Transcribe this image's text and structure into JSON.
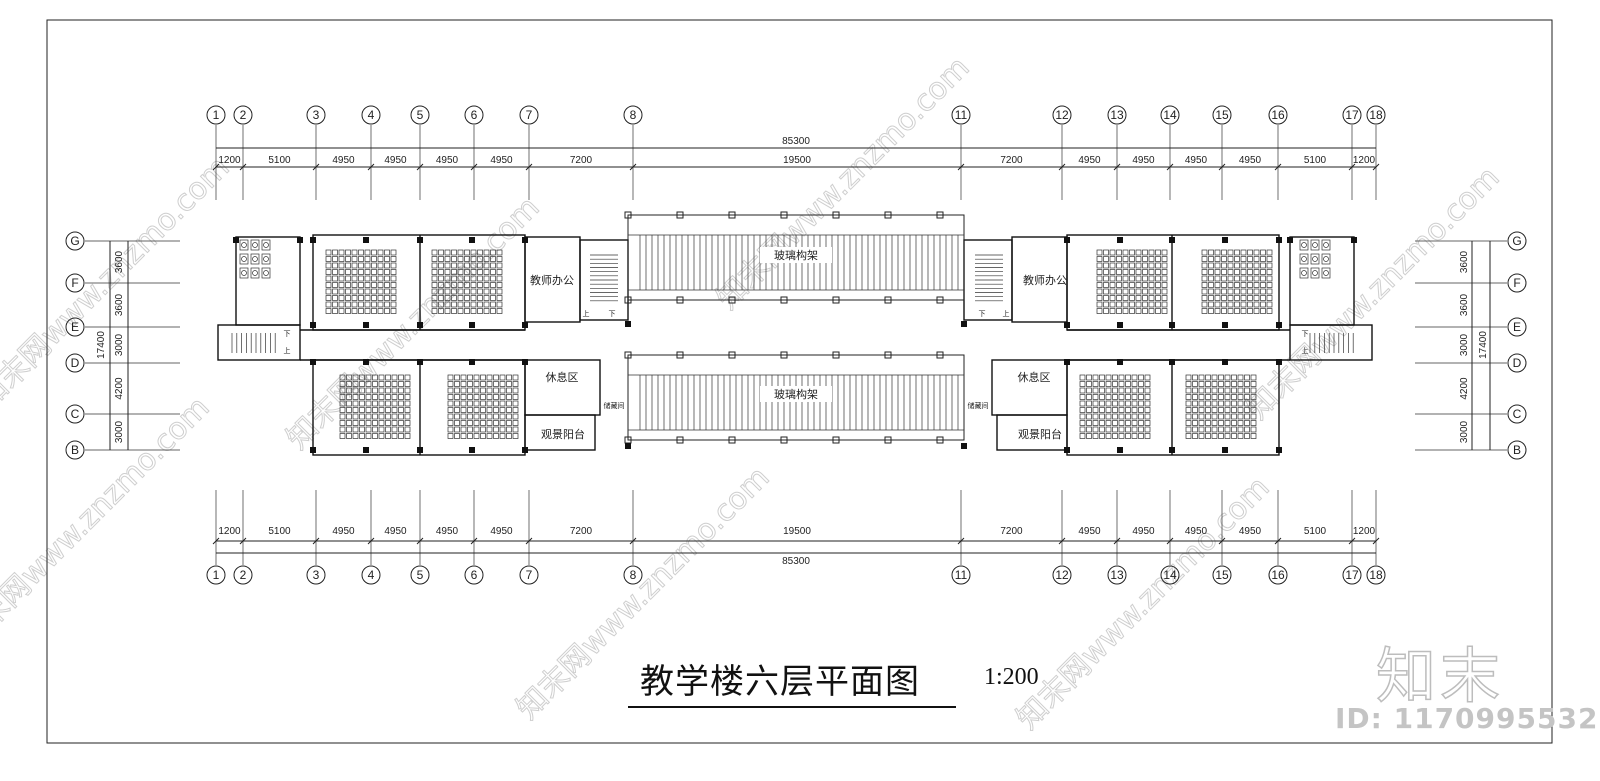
{
  "title": "教学楼六层平面图",
  "scale": "1:200",
  "brand": {
    "logo_text": "知末",
    "id_label": "ID: 1170995532",
    "watermark": "知末网www.znzmo.com"
  },
  "grid_x": [
    "1",
    "2",
    "3",
    "4",
    "5",
    "6",
    "7",
    "8",
    "11",
    "12",
    "13",
    "14",
    "15",
    "16",
    "17",
    "18"
  ],
  "grid_y": [
    "G",
    "F",
    "E",
    "D",
    "C",
    "B"
  ],
  "dims_x": [
    "1200",
    "5100",
    "4950",
    "4950",
    "4950",
    "4950",
    "7200",
    "19500",
    "7200",
    "4950",
    "4950",
    "4950",
    "4950",
    "5100",
    "1200"
  ],
  "total_x": "85300",
  "dims_y": [
    "3600",
    "3600",
    "3000",
    "4200",
    "3000"
  ],
  "total_y": "17400",
  "rooms": {
    "teacher_office": "教师办公",
    "rest_area": "休息区",
    "glass_frame": "玻璃构架",
    "view_balcony": "观景阳台",
    "storage": "储藏间",
    "stair_up": "上",
    "stair_down": "下"
  },
  "colors": {
    "line": "#222222",
    "background": "#ffffff",
    "watermark": "#cfcfcf"
  }
}
